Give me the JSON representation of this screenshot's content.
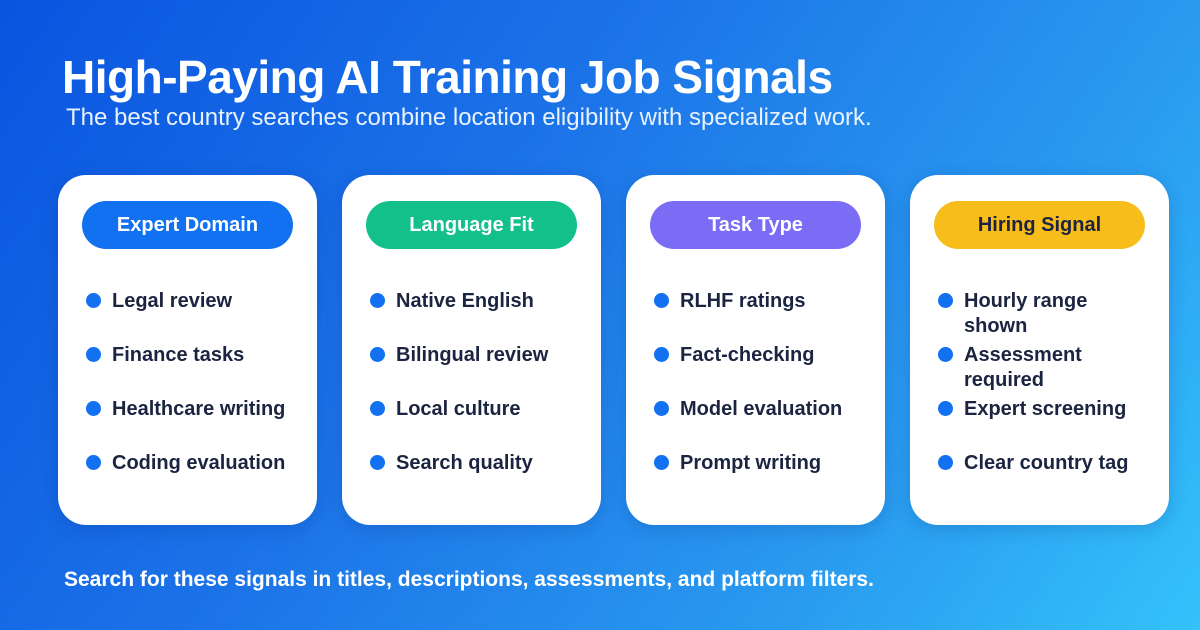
{
  "header": {
    "title": "High-Paying AI Training Job Signals",
    "subtitle": "The best country searches combine location eligibility with specialized work."
  },
  "cards": [
    {
      "label": "Expert Domain",
      "color": "#1271f0",
      "items": [
        "Legal review",
        "Finance tasks",
        "Healthcare writing",
        "Coding evaluation"
      ]
    },
    {
      "label": "Language Fit",
      "color": "#13c08a",
      "items": [
        "Native English",
        "Bilingual review",
        "Local culture",
        "Search quality"
      ]
    },
    {
      "label": "Task Type",
      "color": "#7a6cf5",
      "items": [
        "RLHF ratings",
        "Fact-checking",
        "Model evaluation",
        "Prompt writing"
      ]
    },
    {
      "label": "Hiring Signal",
      "color": "#f7bd1b",
      "items": [
        "Hourly range shown",
        "Assessment required",
        "Expert screening",
        "Clear country tag"
      ]
    }
  ],
  "bullet_color": "#1271f0",
  "footer": {
    "text": "Search for these signals in titles, descriptions, assessments, and platform filters."
  }
}
